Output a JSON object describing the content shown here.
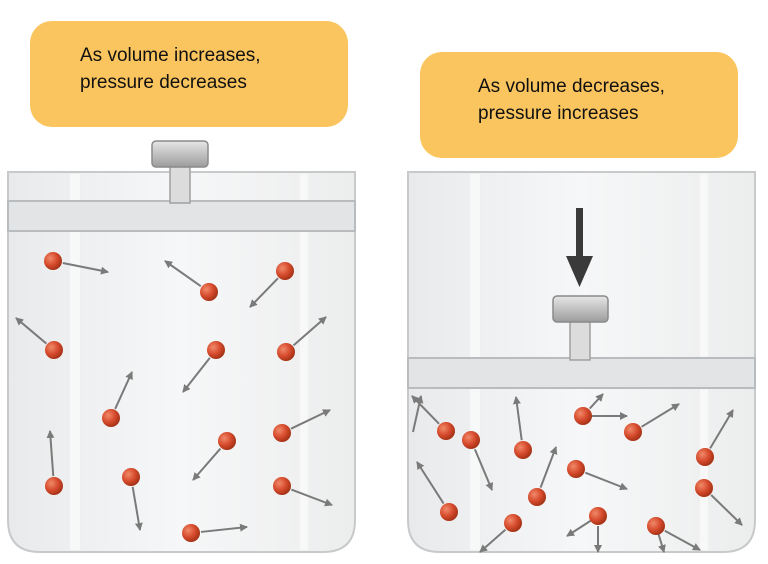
{
  "captions": {
    "left": {
      "line1": "As volume increases,",
      "line2": "pressure decreases"
    },
    "right": {
      "line1": "As volume decreases,",
      "line2": "pressure increases"
    }
  },
  "colors": {
    "caption_bg": "#fac55e",
    "particle": "#d4482a",
    "arrow": "#7a7a7a",
    "press_arrow": "#3a3a3a",
    "container": "#f2f3f4"
  }
}
